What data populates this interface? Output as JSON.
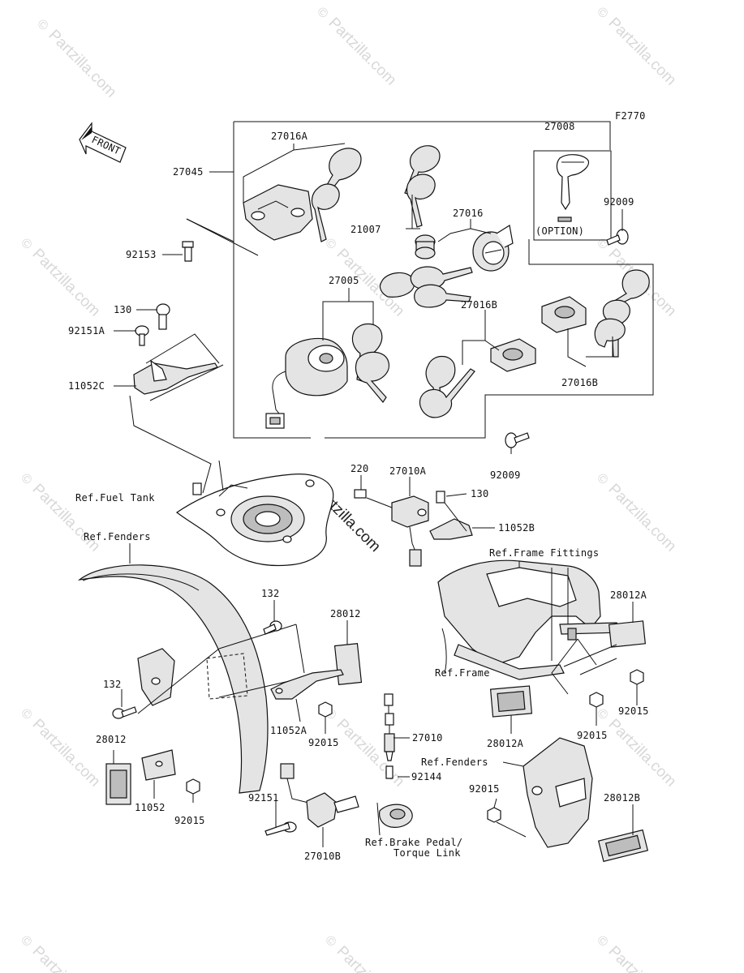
{
  "figure_code": "F2770",
  "watermark": "Partzilla.com",
  "front_arrow_label": "FRONT",
  "option_label": "(OPTION)",
  "parts": {
    "p27016A": "27016A",
    "p27045": "27045",
    "p27008": "27008",
    "p92153": "92153",
    "p21007": "21007",
    "p27016": "27016",
    "p92009_top": "92009",
    "p27005": "27005",
    "p130_top": "130",
    "p92151A": "92151A",
    "p27016B_mid": "27016B",
    "p11052C": "11052C",
    "p27016B_right": "27016B",
    "p92009_bottom": "92009",
    "p220": "220",
    "p27010A": "27010A",
    "p130_mid": "130",
    "p11052B": "11052B",
    "p132_top": "132",
    "p28012_mid": "28012",
    "p28012A_top": "28012A",
    "p132_left": "132",
    "p11052A": "11052A",
    "p92015_a": "92015",
    "p27010": "27010",
    "p28012_left": "28012",
    "p92144": "92144",
    "p11052": "11052",
    "p92015_b": "92015",
    "p92151": "92151",
    "p27010B": "27010B",
    "p28012A_bottom": "28012A",
    "p92015_c": "92015",
    "p92015_d": "92015",
    "p92015_e": "92015",
    "p28012B": "28012B"
  },
  "refs": {
    "fuel_tank": "Ref.Fuel Tank",
    "fenders_left": "Ref.Fenders",
    "frame_fittings": "Ref.Frame Fittings",
    "frame": "Ref.Frame",
    "fenders_right": "Ref.Fenders",
    "brake_pedal_1": "Ref.Brake Pedal/",
    "brake_pedal_2": "Torque Link"
  }
}
